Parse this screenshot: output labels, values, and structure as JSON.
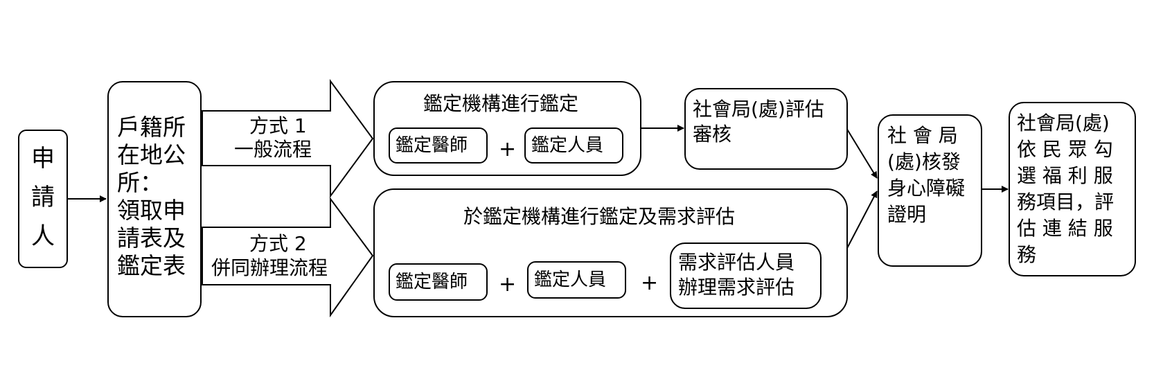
{
  "applicant": "申請人",
  "household_office": {
    "line1": "戶籍所",
    "line2": "在地公",
    "line3": "所：",
    "line4": "領取申",
    "line5": "請表及",
    "line6": "鑑定表"
  },
  "method1": {
    "line1": "方式 1",
    "line2": "一般流程"
  },
  "method2": {
    "line1": "方式 2",
    "line2": "併同辦理流程"
  },
  "route1": {
    "title": "鑑定機構進行鑑定",
    "doctor": "鑑定醫師",
    "staff": "鑑定人員",
    "plus": "+"
  },
  "route2": {
    "title": "於鑑定機構進行鑑定及需求評估",
    "doctor": "鑑定醫師",
    "staff": "鑑定人員",
    "needs_line1": "需求評估人員",
    "needs_line2": "辦理需求評估",
    "plus": "+"
  },
  "review": {
    "line1": "社會局(處)評估",
    "line2": "審核"
  },
  "certificate": {
    "line1": "社 會 局",
    "line2": "(處)核發",
    "line3": "身心障礙",
    "line4": "證明"
  },
  "services": {
    "line1": "社會局(處)",
    "line2": "依 民 眾 勾",
    "line3": "選 福 利 服",
    "line4": "務項目，評",
    "line5": "估 連 結 服",
    "line6": "務"
  }
}
